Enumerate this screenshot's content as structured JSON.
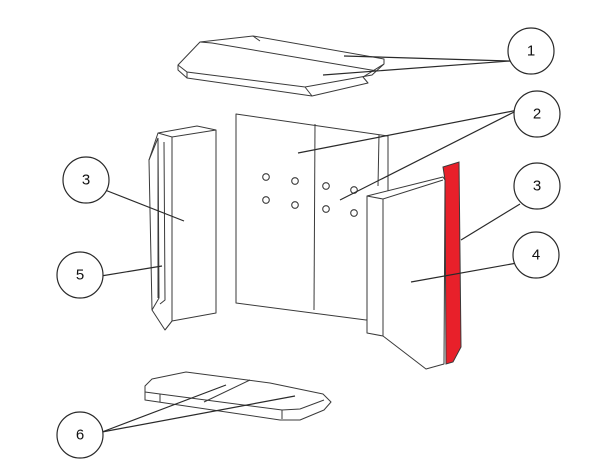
{
  "diagram": {
    "highlight_color": "#e8202a",
    "line_color": "#3a3a3a",
    "callouts": [
      {
        "id": "c1",
        "label": "1"
      },
      {
        "id": "c2",
        "label": "2"
      },
      {
        "id": "c3a",
        "label": "3"
      },
      {
        "id": "c3b",
        "label": "3"
      },
      {
        "id": "c4",
        "label": "4"
      },
      {
        "id": "c5",
        "label": "5"
      },
      {
        "id": "c6",
        "label": "6"
      }
    ]
  }
}
